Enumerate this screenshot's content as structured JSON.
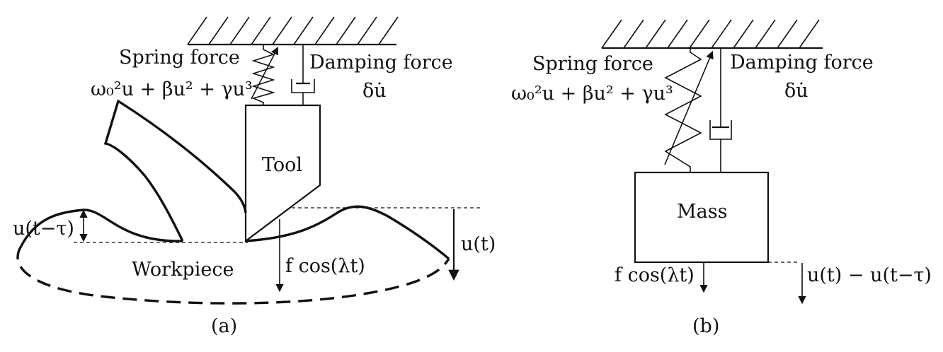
{
  "panel_a": {
    "spring_label": "Spring force",
    "spring_formula": "ω₀²u + βu² + γu³",
    "damping_label": "Damping force",
    "damping_formula": "δu̇",
    "tool_label": "Tool",
    "workpiece_label": "Workpiece",
    "delay_label": "u(t−τ)",
    "disp_label": "u(t)",
    "force_label": "f cos(λt)",
    "caption": "(a)"
  },
  "panel_b": {
    "spring_label": "Spring force",
    "spring_formula": "ω₀²u + βu² + γu³",
    "damping_label": "Damping force",
    "damping_formula": "δu̇",
    "mass_label": "Mass",
    "force_label": "f cos(λt)",
    "disp_label": "u(t) − u(t−τ)",
    "caption": "(b)"
  }
}
